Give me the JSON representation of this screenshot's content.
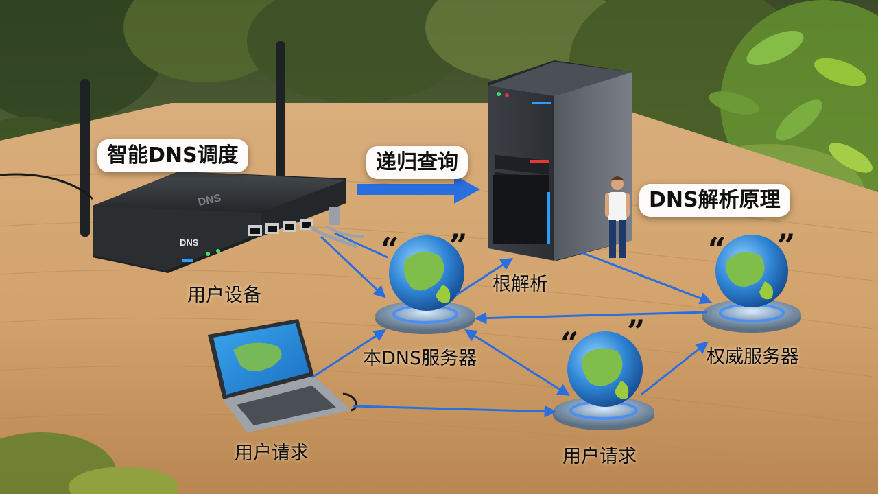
{
  "callouts": {
    "smart_dns": "智能DNS调度",
    "recursive_query": "递归查询",
    "dns_principle": "DNS解析原理"
  },
  "labels": {
    "user_device": "用户设备",
    "root_resolution": "根解析",
    "local_dns_server": "本DNS服务器",
    "authoritative_server": "权威服务器",
    "user_request_laptop": "用户请求",
    "user_request_globe": "用户请求"
  },
  "device_marks": {
    "router_top": "DNS",
    "router_front": "DNS"
  },
  "quote_marks": {
    "open": "“",
    "close": "”"
  },
  "colors": {
    "arrow_blue": "#2a6fe0",
    "table_wood": "#d2a26c",
    "router_body": "#2f3336",
    "server_body": "#3a3d42",
    "globe_ocean": "#2f86d6",
    "globe_land": "#7fbe4a",
    "laptop_screen": "#2a8fd8"
  },
  "icons": [
    "router",
    "server-tower",
    "person",
    "laptop",
    "globe",
    "globe-pedestal"
  ]
}
